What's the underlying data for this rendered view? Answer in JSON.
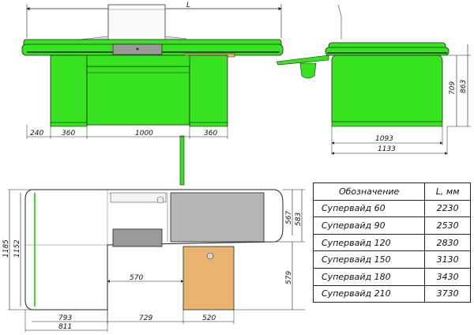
{
  "colors": {
    "body_green": "#37e21e",
    "wood": "#e9b470",
    "conveyor_grey": "#b5b5b5",
    "line": "#222222"
  },
  "dimensions": {
    "front_top_L": "L",
    "front_bottom": [
      "240",
      "360",
      "1000",
      "360"
    ],
    "side_bottom": [
      "1093",
      "1133"
    ],
    "side_height": [
      "709",
      "863"
    ],
    "plan_bottom": [
      "793",
      "729",
      "520"
    ],
    "plan_bottom_2": "811",
    "plan_mid": "570",
    "plan_left": [
      "1185",
      "1152"
    ],
    "plan_right": [
      "567",
      "583",
      "579"
    ]
  },
  "table": {
    "header": {
      "designation": "Обозначение",
      "length": "L, мм"
    },
    "rows": [
      {
        "model": "Супервайд 60",
        "length": "2230"
      },
      {
        "model": "Супервайд 90",
        "length": "2530"
      },
      {
        "model": "Супервайд 120",
        "length": "2830"
      },
      {
        "model": "Супервайд 150",
        "length": "3130"
      },
      {
        "model": "Супервайд 180",
        "length": "3430"
      },
      {
        "model": "Супервайд 210",
        "length": "3730"
      }
    ]
  }
}
